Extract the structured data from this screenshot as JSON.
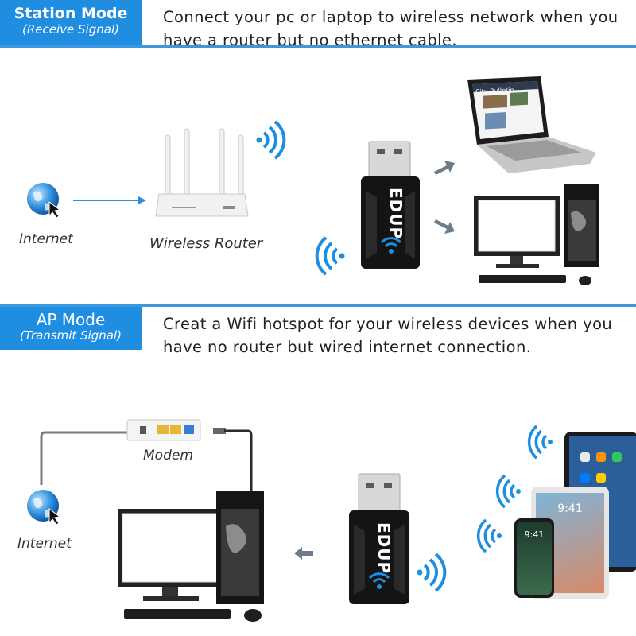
{
  "station": {
    "title": "Station Mode",
    "subtitle": "(Receive Signal)",
    "description_line1": "Connect your pc or laptop to wireless network when you",
    "description_line2": "have a router but no ethernet cable.",
    "internet_label": "Internet",
    "router_label": "Wireless Router",
    "laptop_screen_title": "City Bulletin"
  },
  "ap": {
    "title": "AP Mode",
    "subtitle": "(Transmit Signal)",
    "description_line1": "Creat a Wifi hotspot for your wireless devices when you",
    "description_line2": "have no router but wired internet connection.",
    "modem_label": "Modem",
    "internet_label": "Internet",
    "tablet_time": "9:41",
    "phone_time": "9:41"
  },
  "adapter": {
    "brand": "EDUP"
  },
  "colors": {
    "accent": "#1f8ee0",
    "wifi": "#1d8fe0",
    "arrow": "#6e7b89"
  }
}
